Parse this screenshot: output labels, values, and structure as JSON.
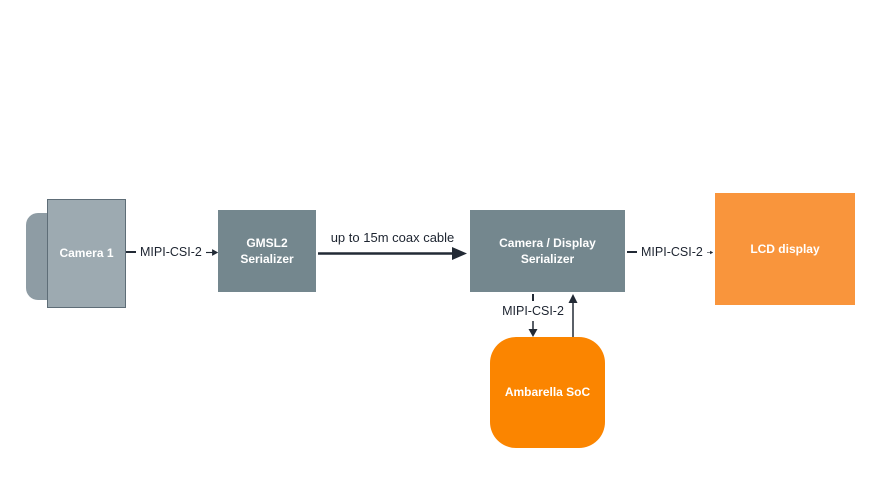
{
  "diagram": {
    "nodes": {
      "camera": {
        "label": "Camera 1"
      },
      "gmsl2_serializer": {
        "line1": "GMSL2",
        "line2": "Serializer"
      },
      "camera_display_serializer": {
        "line1": "Camera / Display",
        "line2": "Serializer"
      },
      "lcd_display": {
        "label": "LCD display"
      },
      "ambarella_soc": {
        "label": "Ambarella SoC"
      }
    },
    "connectors": {
      "camera_to_gmsl2": {
        "label": "MIPI-CSI-2",
        "style": "thin-arrow-right"
      },
      "gmsl2_to_serializer": {
        "label": "up to 15m coax cable",
        "style": "thick-arrow-right"
      },
      "serializer_to_lcd": {
        "label": "MIPI-CSI-2",
        "style": "thin-arrow-right"
      },
      "serializer_to_soc": {
        "label": "MIPI-CSI-2",
        "style": "arrow-down"
      },
      "soc_to_serializer": {
        "style": "arrow-up"
      }
    },
    "colors": {
      "background": "#FFFFFF",
      "box_gray": "#74878E",
      "camera_body": "#9DAAB1",
      "camera_back": "#8E9CA4",
      "camera_border": "#5E6D77",
      "lcd_orange": "#F9953C",
      "soc_orange": "#FB8500",
      "line_dark": "#222A35",
      "label_text": "#1D2430",
      "node_text": "#FFFFFF"
    }
  }
}
